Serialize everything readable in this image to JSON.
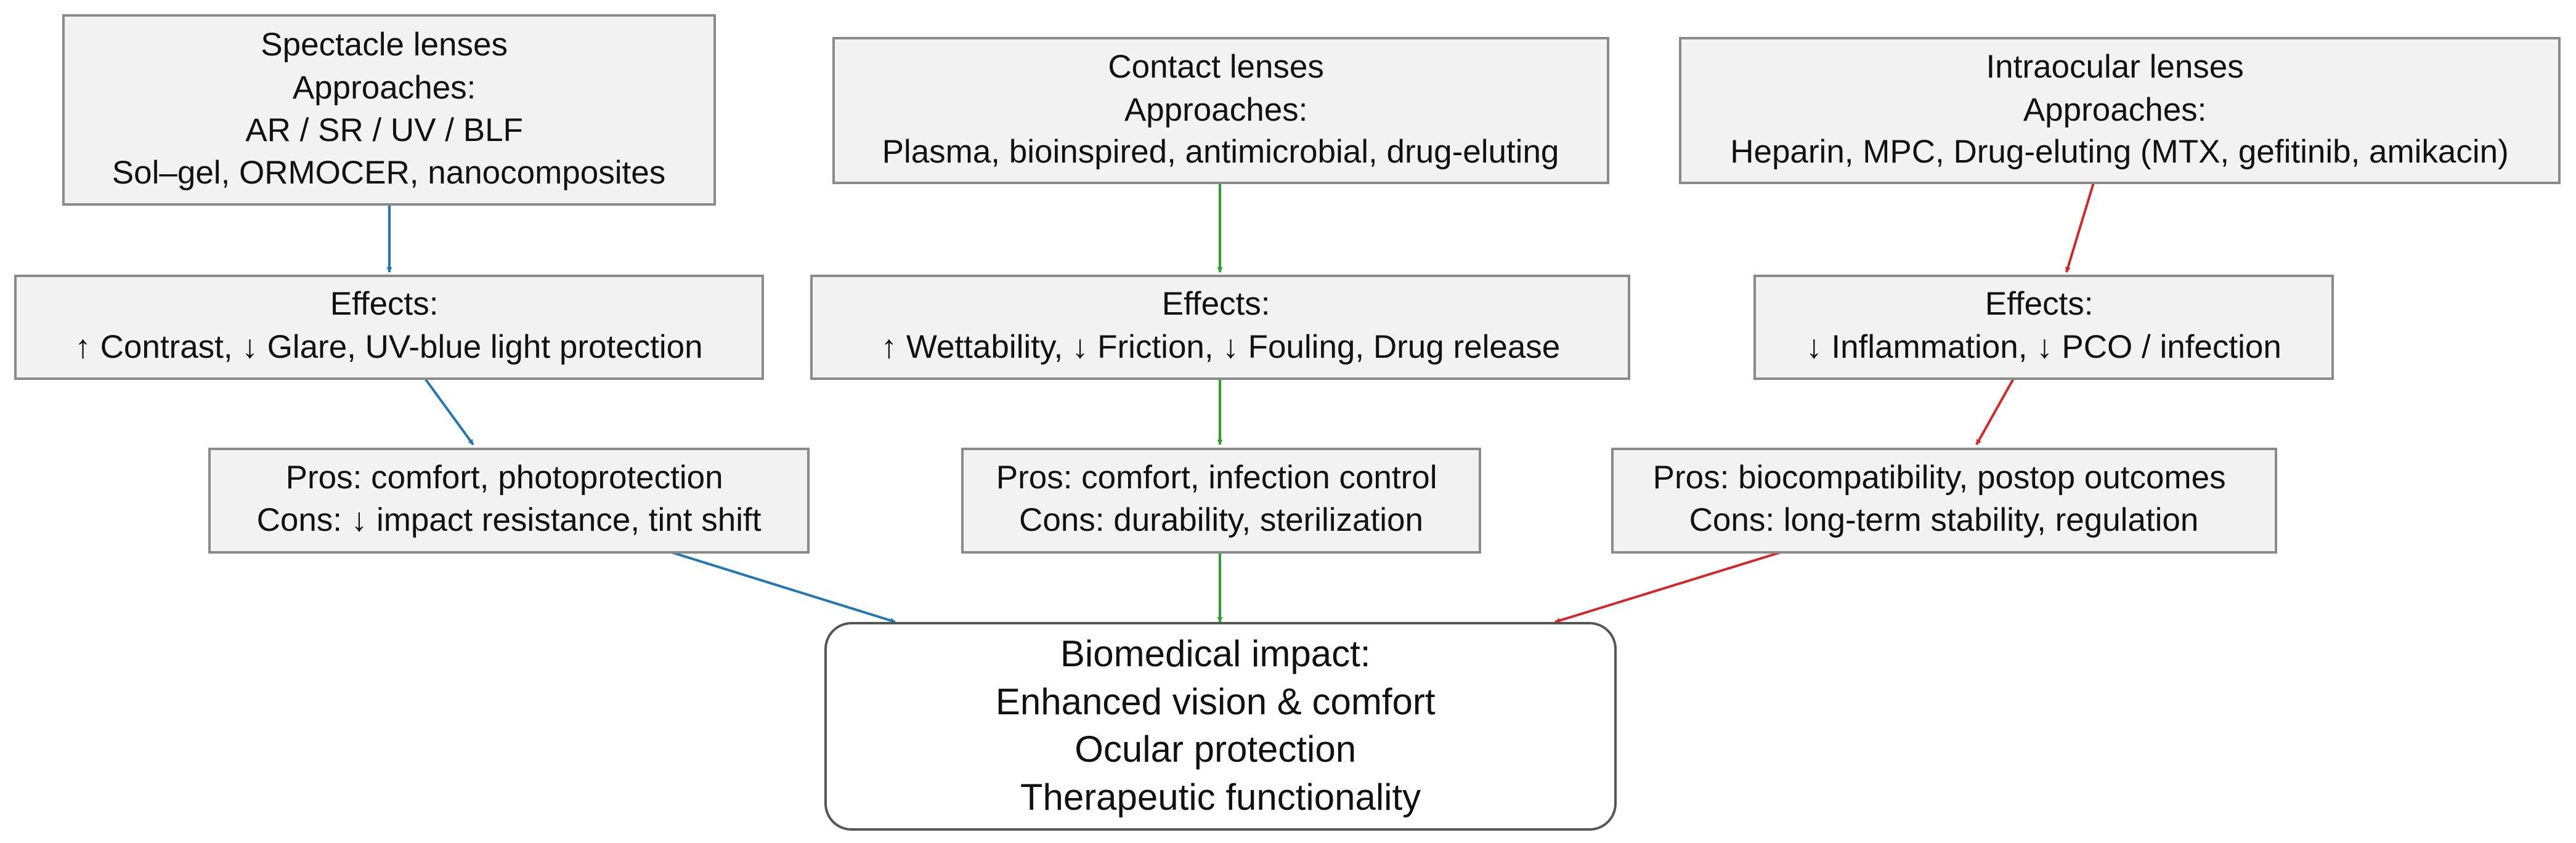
{
  "colors": {
    "spectacle": "#1f77b4",
    "contact": "#2ca02c",
    "intraocular": "#d62728"
  },
  "spectacle": {
    "approaches": [
      "Spectacle lenses",
      "Approaches:",
      "AR / SR / UV / BLF",
      "Sol–gel, ORMOCER, nanocomposites"
    ],
    "effects": [
      "Effects:",
      "↑ Contrast, ↓ Glare, UV-blue light protection"
    ],
    "pros_cons": [
      "Pros: comfort, photoprotection",
      "Cons: ↓ impact resistance, tint shift"
    ]
  },
  "contact": {
    "approaches": [
      "Contact lenses",
      "Approaches:",
      "Plasma, bioinspired, antimicrobial, drug-eluting"
    ],
    "effects": [
      "Effects:",
      "↑ Wettability, ↓ Friction, ↓ Fouling, Drug release"
    ],
    "pros_cons": [
      "Pros: comfort, infection control",
      "Cons: durability, sterilization"
    ]
  },
  "intraocular": {
    "approaches": [
      "Intraocular lenses",
      "Approaches:",
      "Heparin, MPC, Drug-eluting (MTX, gefitinib, amikacin)"
    ],
    "effects": [
      "Effects:",
      "↓ Inflammation, ↓ PCO / infection"
    ],
    "pros_cons": [
      "Pros: biocompatibility, postop outcomes",
      "Cons: long-term stability, regulation"
    ]
  },
  "impact": {
    "lines": [
      "Biomedical impact:",
      "Enhanced vision & comfort",
      "Ocular protection",
      "Therapeutic functionality"
    ]
  }
}
